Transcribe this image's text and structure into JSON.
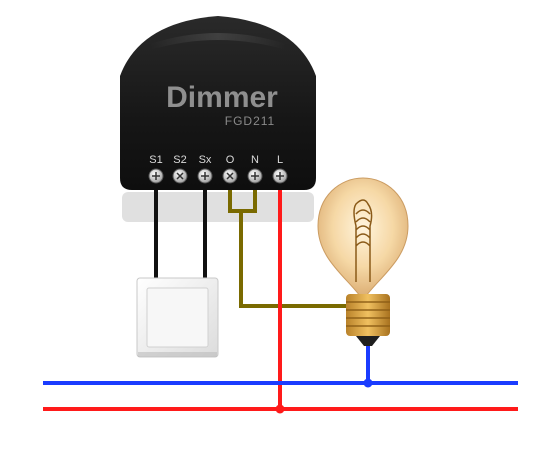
{
  "device": {
    "title": "Dimmer",
    "model": "FGD211",
    "terminals": [
      "S1",
      "S2",
      "Sx",
      "O",
      "N",
      "L"
    ]
  },
  "colors": {
    "module_body": "#1b1b1b",
    "title_text": "#8f8f8f",
    "model_text": "#8a8a8a",
    "terminal_label": "#d9d9d9",
    "switch_wire": "#111111",
    "output_wire": "#7a6a00",
    "live_wire": "#ff1a1a",
    "neutral_wire": "#1a3cff",
    "bulb_glass": "#f2cf97",
    "bulb_base": "#d9a03a"
  },
  "icons": {
    "switch": "wall-switch-icon",
    "bulb": "light-bulb-icon",
    "terminal": "screw-terminal-icon"
  }
}
